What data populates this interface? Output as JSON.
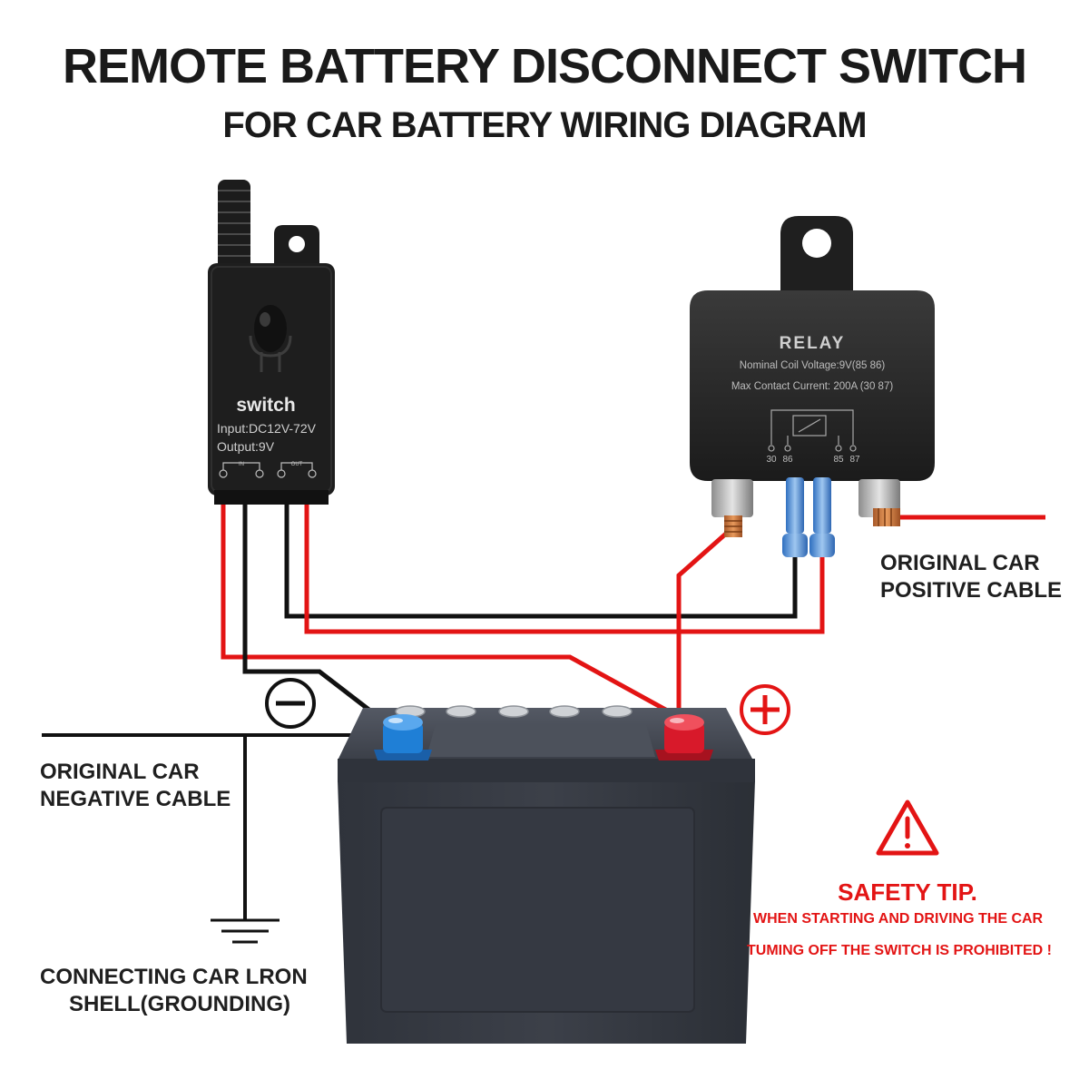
{
  "header": {
    "title": "REMOTE BATTERY DISCONNECT SWITCH",
    "subtitle": "FOR CAR BATTERY WIRING DIAGRAM"
  },
  "switch_module": {
    "name": "switch",
    "input": "Input:DC12V-72V",
    "output": "Output:9V",
    "port_in": "IN",
    "port_out": "OUT"
  },
  "relay": {
    "name": "RELAY",
    "coil": "Nominal Coil Voltage:9V(85 86)",
    "contact": "Max Contact Current: 200A (30 87)",
    "pin_labels": [
      "30",
      "86",
      "85",
      "87"
    ]
  },
  "labels": {
    "positive_cable": [
      "ORIGINAL CAR",
      "POSITIVE CABLE"
    ],
    "negative_cable": [
      "ORIGINAL CAR",
      "NEGATIVE CABLE"
    ],
    "grounding": [
      "CONNECTING CAR LRON",
      "SHELL(GROUNDING)"
    ]
  },
  "safety": {
    "title": "SAFETY TIP.",
    "line1": "WHEN STARTING AND DRIVING THE CAR",
    "line2": "TUMING OFF THE SWITCH IS PROHIBITED !"
  },
  "colors": {
    "red_wire": "#e31414",
    "black_wire": "#111111",
    "battery_body": "#3a3e47",
    "negative_post": "#1f7fd6",
    "positive_post": "#d8192a"
  },
  "icons": [
    "minus-circle-icon",
    "plus-circle-icon",
    "ground-symbol-icon",
    "warning-triangle-icon",
    "antenna-icon"
  ]
}
